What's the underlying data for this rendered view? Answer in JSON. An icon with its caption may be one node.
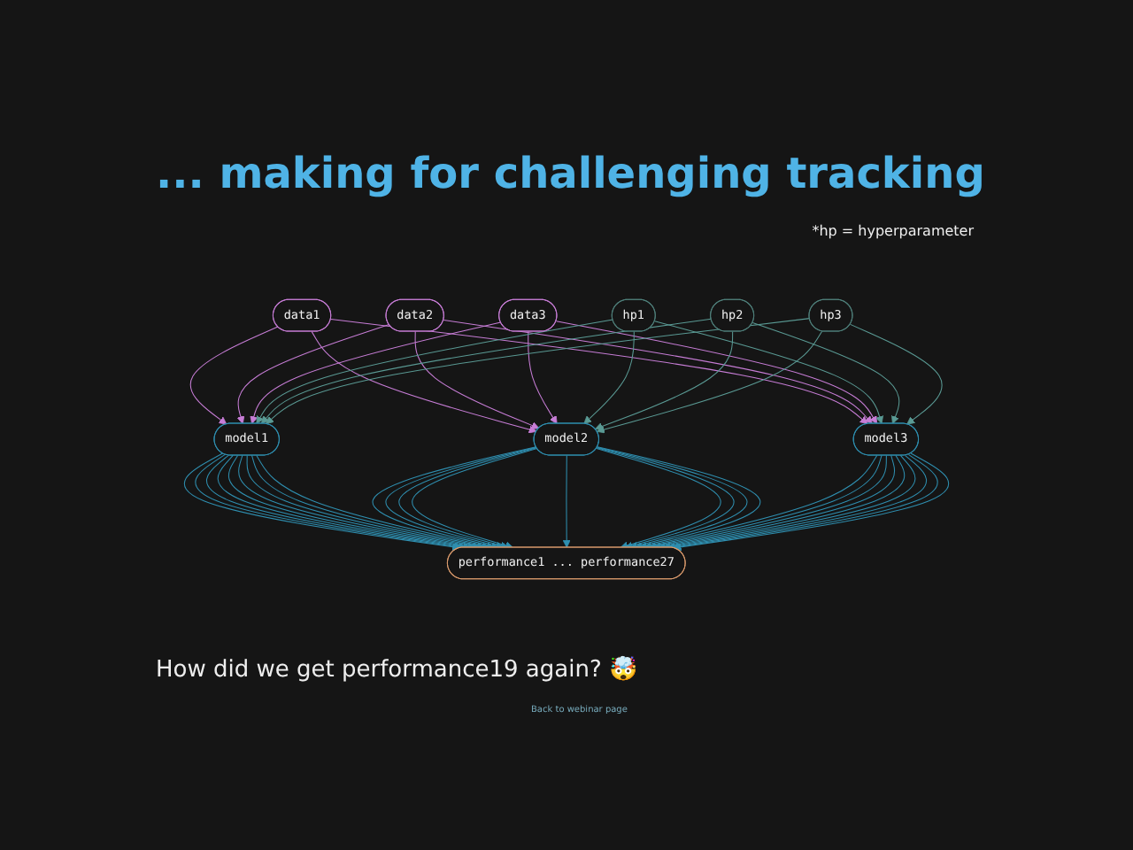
{
  "diagram": {
    "title": "... making for challenging tracking",
    "nodes": [
      {
        "text": [
          "data1"
        ]
      },
      {
        "text": [
          "data2"
        ]
      },
      {
        "text": [
          "data3"
        ]
      },
      {
        "text": [
          "hp1"
        ]
      },
      {
        "text": [
          "hp2"
        ]
      },
      {
        "text": [
          "hp3"
        ]
      },
      {
        "text": [
          "model1"
        ]
      },
      {
        "text": [
          "model2"
        ]
      },
      {
        "text": [
          "model3"
        ]
      },
      {
        "text": [
          "performance1 ... performance27"
        ]
      }
    ],
    "edges": [
      {
        "from": 0,
        "to": 6,
        "arrow": "to",
        "color": "#c77dd6"
      },
      {
        "from": 0,
        "to": 7,
        "arrow": "to",
        "color": "#c77dd6"
      },
      {
        "from": 0,
        "to": 8,
        "arrow": "to",
        "color": "#c77dd6"
      },
      {
        "from": 1,
        "to": 6,
        "arrow": "to",
        "color": "#c77dd6"
      },
      {
        "from": 1,
        "to": 7,
        "arrow": "to",
        "color": "#c77dd6"
      },
      {
        "from": 1,
        "to": 8,
        "arrow": "to",
        "color": "#c77dd6"
      },
      {
        "from": 2,
        "to": 6,
        "arrow": "to",
        "color": "#c77dd6"
      },
      {
        "from": 2,
        "to": 7,
        "arrow": "to",
        "color": "#c77dd6"
      },
      {
        "from": 2,
        "to": 8,
        "arrow": "to",
        "color": "#c77dd6"
      },
      {
        "from": 3,
        "to": 6,
        "arrow": "to",
        "color": "#5a9a94"
      },
      {
        "from": 3,
        "to": 7,
        "arrow": "to",
        "color": "#5a9a94"
      },
      {
        "from": 3,
        "to": 8,
        "arrow": "to",
        "color": "#5a9a94"
      },
      {
        "from": 4,
        "to": 6,
        "arrow": "to",
        "color": "#5a9a94"
      },
      {
        "from": 4,
        "to": 7,
        "arrow": "to",
        "color": "#5a9a94"
      },
      {
        "from": 4,
        "to": 8,
        "arrow": "to",
        "color": "#5a9a94"
      },
      {
        "from": 5,
        "to": 6,
        "arrow": "to",
        "color": "#5a9a94"
      },
      {
        "from": 5,
        "to": 7,
        "arrow": "to",
        "color": "#5a9a94"
      },
      {
        "from": 5,
        "to": 8,
        "arrow": "to",
        "color": "#5a9a94"
      },
      {
        "from": 6,
        "to": 9,
        "arrow": "to"
      },
      {
        "from": 6,
        "to": 9,
        "arrow": "to"
      },
      {
        "from": 6,
        "to": 9,
        "arrow": "to"
      },
      {
        "from": 6,
        "to": 9,
        "arrow": "to"
      },
      {
        "from": 6,
        "to": 9,
        "arrow": "to"
      },
      {
        "from": 6,
        "to": 9,
        "arrow": "to"
      },
      {
        "from": 6,
        "to": 9,
        "arrow": "to"
      },
      {
        "from": 6,
        "to": 9,
        "arrow": "to"
      },
      {
        "from": 6,
        "to": 9,
        "arrow": "to"
      },
      {
        "from": 7,
        "to": 9,
        "arrow": "to"
      },
      {
        "from": 7,
        "to": 9,
        "arrow": "to"
      },
      {
        "from": 7,
        "to": 9,
        "arrow": "to"
      },
      {
        "from": 7,
        "to": 9,
        "arrow": "to"
      },
      {
        "from": 7,
        "to": 9,
        "arrow": "to"
      },
      {
        "from": 7,
        "to": 9,
        "arrow": "to"
      },
      {
        "from": 7,
        "to": 9,
        "arrow": "to"
      },
      {
        "from": 7,
        "to": 9,
        "arrow": "to"
      },
      {
        "from": 7,
        "to": 9,
        "arrow": "to"
      },
      {
        "from": 8,
        "to": 9,
        "arrow": "to"
      },
      {
        "from": 8,
        "to": 9,
        "arrow": "to"
      },
      {
        "from": 8,
        "to": 9,
        "arrow": "to"
      },
      {
        "from": 8,
        "to": 9,
        "arrow": "to"
      },
      {
        "from": 8,
        "to": 9,
        "arrow": "to"
      },
      {
        "from": 8,
        "to": 9,
        "arrow": "to"
      },
      {
        "from": 8,
        "to": 9,
        "arrow": "to"
      },
      {
        "from": 8,
        "to": 9,
        "arrow": "to"
      },
      {
        "from": 8,
        "to": 9,
        "arrow": "to"
      }
    ],
    "labels": [
      "*hp = hyperparameter",
      "How did we get performance19 again? 🤯",
      "Back to webinar page"
    ]
  }
}
